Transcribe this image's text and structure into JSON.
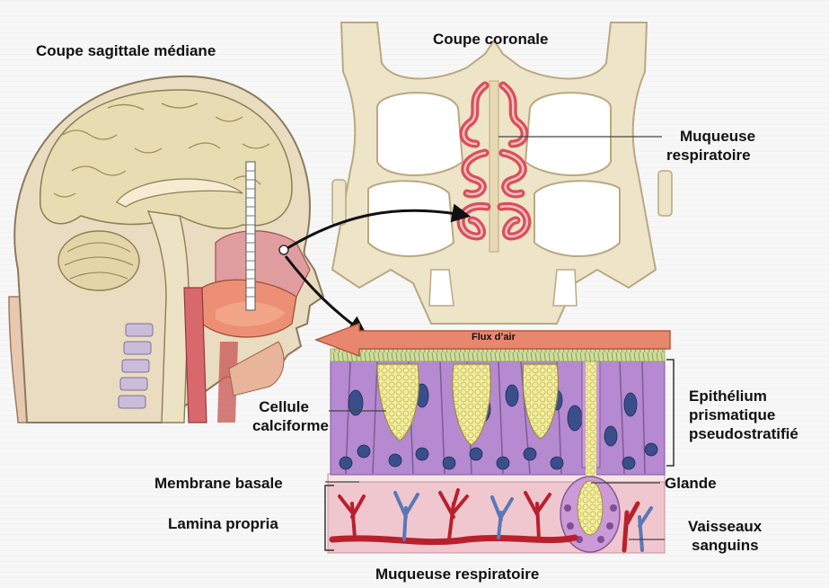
{
  "labels": {
    "sagittal_title": "Coupe sagittale médiane",
    "coronal_title": "Coupe coronale",
    "muqueuse_resp_top": [
      "Muqueuse",
      "respiratoire"
    ],
    "airflow": "Flux d’air",
    "cellule": [
      "Cellule",
      "calciforme"
    ],
    "epithelium": [
      "Epithélium",
      "prismatique",
      "pseudostratifié"
    ],
    "membrane": "Membrane basale",
    "glande": "Glande",
    "lamina": "Lamina propria",
    "vaisseaux": [
      "Vaisseaux",
      "sanguins"
    ],
    "bottom_title": "Muqueuse respiratoire"
  },
  "colors": {
    "bone": "#eee4c8",
    "bone_edge": "#b9a982",
    "mucosa": "#d9505a",
    "skin": "#e5a592",
    "brain": "#e7dcb2",
    "cell": "#b58ad0",
    "nucleus": "#3a4e8c",
    "goblet": "#f4ef9e",
    "lamina": "#f1c7cf",
    "vessel_red": "#b8202c",
    "vessel_blue": "#5a78b6",
    "arrow": "#e8876e"
  }
}
